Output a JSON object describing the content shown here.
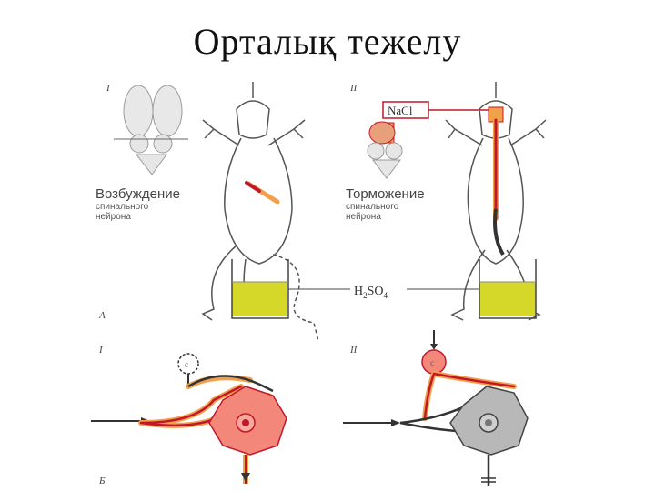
{
  "title": "Орталық тежелу",
  "panels": {
    "top_left_roman": "I",
    "top_right_roman": "II",
    "bottom_left_roman": "I",
    "bottom_right_roman": "II",
    "section_a": "А",
    "section_b": "Б"
  },
  "labels": {
    "excitation_title": "Возбуждение",
    "excitation_sub1": "спинального",
    "excitation_sub2": "нейрона",
    "inhibition_title": "Торможение",
    "inhibition_sub1": "спинального",
    "inhibition_sub2": "нейрона",
    "salt": "NaCl",
    "acid_main": "H",
    "acid_sub1": "2",
    "acid_mid": "SO",
    "acid_sub2": "4"
  },
  "colors": {
    "excitation": "#f2a04a",
    "inhibition": "#c0182a",
    "acid": "#d6d829",
    "neuron": "#f3887a",
    "gray_neuron": "#b8b8b8"
  }
}
